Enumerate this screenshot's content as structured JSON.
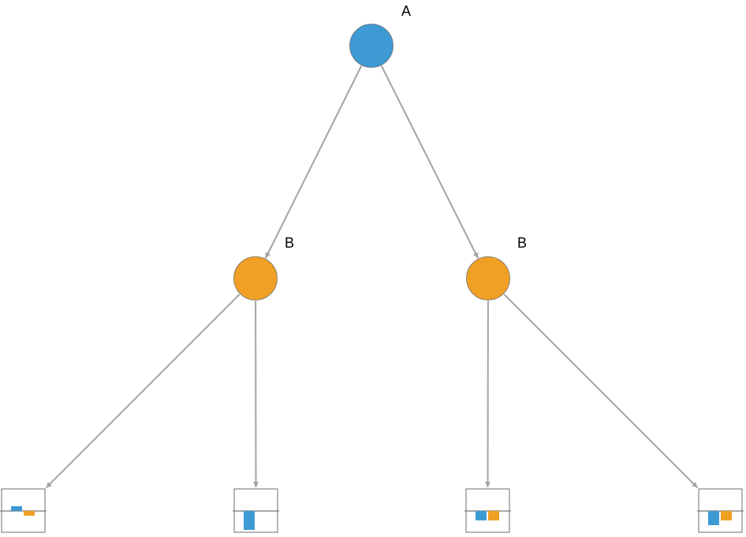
{
  "colors": {
    "decision_node": "#3e9ad3",
    "chance_node": "#f0a024",
    "edge": "#a3a3a3",
    "bar_series_1": "#3e9ad3",
    "bar_series_2": "#f0a024"
  },
  "nodes": [
    {
      "id": "root",
      "label": "A",
      "kind": "decision"
    },
    {
      "id": "b-left",
      "label": "B",
      "kind": "chance"
    },
    {
      "id": "b-right",
      "label": "B",
      "kind": "chance"
    }
  ],
  "edges": [
    {
      "from": "root",
      "to": "b-left"
    },
    {
      "from": "root",
      "to": "b-right"
    },
    {
      "from": "b-left",
      "to": "leaf-1"
    },
    {
      "from": "b-left",
      "to": "leaf-2"
    },
    {
      "from": "b-right",
      "to": "leaf-3"
    },
    {
      "from": "b-right",
      "to": "leaf-4"
    }
  ],
  "leaves": [
    {
      "id": "leaf-1",
      "bars": [
        0.25,
        -0.25
      ]
    },
    {
      "id": "leaf-2",
      "bars": [
        -1.0,
        0.0
      ]
    },
    {
      "id": "leaf-3",
      "bars": [
        -0.5,
        -0.5
      ]
    },
    {
      "id": "leaf-4",
      "bars": [
        -0.75,
        -0.5
      ]
    }
  ]
}
